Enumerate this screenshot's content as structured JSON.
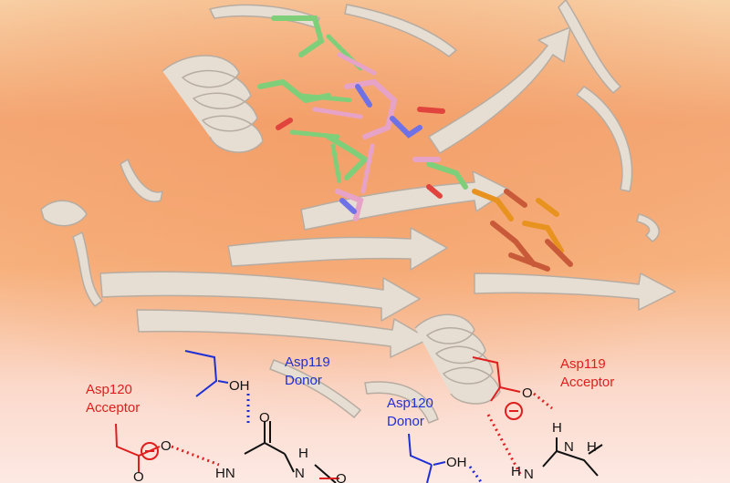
{
  "colors": {
    "background_top": "#f6c59a",
    "background_mid": "#f4a06f",
    "background_bottom": "#fde7dd",
    "ribbon": "#e8dfd6",
    "ribbon_edge": "#b9aea4",
    "carbon_green": "#7fcf7a",
    "carbon_pink": "#e7a3c7",
    "nitrogen": "#6f72e6",
    "oxygen": "#e0443c",
    "phosphorus": "#e8931f",
    "donor_blue": "#1f2fd6",
    "acceptor_red": "#e01e1e",
    "atom_black": "#111111"
  },
  "labels": {
    "asp119_donor": {
      "name": "Asp119",
      "role": "Donor"
    },
    "asp120_acceptor": {
      "name": "Asp120",
      "role": "Acceptor"
    },
    "asp120_donor": {
      "name": "Asp120",
      "role": "Donor"
    },
    "asp119_acceptor": {
      "name": "Asp119",
      "role": "Acceptor"
    }
  },
  "atoms": {
    "hydroxyl_oh_left": "OH",
    "hydroxyl_oh_right": "OH",
    "carbonyl_o_1": "O",
    "carbonyl_o_2": "O",
    "amide_hn": "HN",
    "ring_n": "N",
    "ring_h": "H",
    "ring_carbonyl_o": "O",
    "amine_h": "H",
    "amine_n": "N",
    "amine_h2": "H",
    "guanidine_h": "H",
    "guanidine_n": "N",
    "acceptor_o_1": "O",
    "acceptor_o_2": "O"
  },
  "icons": {
    "negative_charge": "⊖"
  }
}
